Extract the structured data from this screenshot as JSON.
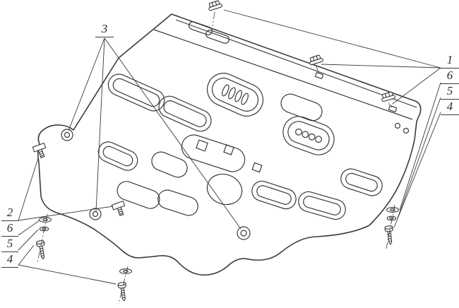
{
  "drawing": {
    "background": "#ffffff",
    "line_color": "#3a3a3a"
  },
  "callouts": {
    "plate_marker": "3",
    "right_stack": [
      "1",
      "6",
      "5",
      "4"
    ],
    "left_stack": [
      "2",
      "6",
      "5",
      "4"
    ]
  }
}
